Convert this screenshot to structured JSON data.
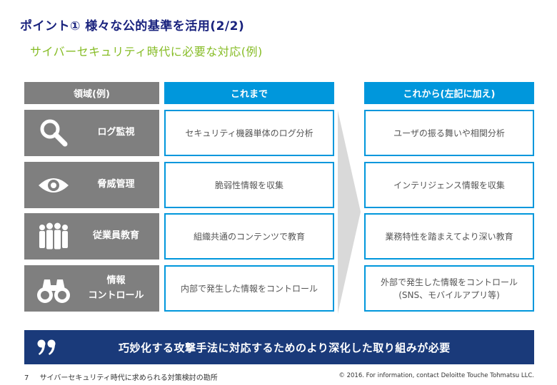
{
  "title": "ポイント① 様々な公的基準を活用(2/2)",
  "subtitle": "サイバーセキュリティ時代に必要な対応(例)",
  "headers": {
    "category": "領域(例)",
    "current": "これまで",
    "future": "これから(左記に加え)"
  },
  "rows": [
    {
      "icon": "search-icon",
      "label_lines": [
        "ログ監視"
      ],
      "current_lines": [
        "セキュリティ機器単体のログ分析"
      ],
      "future_lines": [
        "ユーザの振る舞いや相関分析"
      ]
    },
    {
      "icon": "eye-icon",
      "label_lines": [
        "脅威管理"
      ],
      "current_lines": [
        "脆弱性情報を収集"
      ],
      "future_lines": [
        "インテリジェンス情報を収集"
      ]
    },
    {
      "icon": "people-icon",
      "label_lines": [
        "従業員教育"
      ],
      "current_lines": [
        "組織共通のコンテンツで教育"
      ],
      "future_lines": [
        "業務特性を踏まえてより深い教育"
      ]
    },
    {
      "icon": "binoculars-icon",
      "label_lines": [
        "情報",
        "コントロール"
      ],
      "current_lines": [
        "内部で発生した情報をコントロール"
      ],
      "future_lines": [
        "外部で発生した情報をコントロール",
        "(SNS、モバイルアプリ等)"
      ]
    }
  ],
  "banner": {
    "icon": "quote-icon",
    "message": "巧妙化する攻撃手法に対応するためのより深化した取り組みが必要"
  },
  "footer": {
    "page_number": "7",
    "document_title": "サイバーセキュリティ時代に求められる対策検討の勘所",
    "copyright": "© 2016. For information, contact Deloitte Touche Tohmatsu LLC."
  },
  "colors": {
    "title": "#1a237e",
    "subtitle": "#86bc25",
    "accent_blue": "#0097dc",
    "category_gray": "#7f7f7f",
    "banner_navy": "#1a3a7a"
  }
}
